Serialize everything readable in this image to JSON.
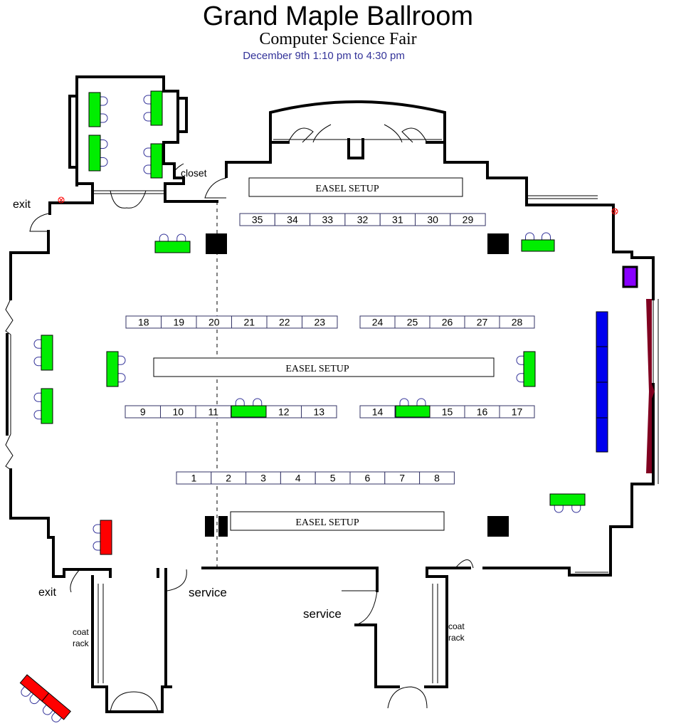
{
  "header": {
    "title": "Grand Maple Ballroom",
    "subtitle": "Computer Science Fair",
    "date": "December 9th 1:10 pm to 4:30 pm"
  },
  "labels": {
    "exit": "exit",
    "closet": "closet",
    "service": "service",
    "coat": "coat",
    "rack": "rack",
    "easel": "EASEL SETUP"
  },
  "colors": {
    "table_green": "#00ee00",
    "table_red": "#ff0000",
    "table_blue": "#0000ee",
    "podium_purple": "#8800ff",
    "stage_maroon": "#800020",
    "booth_stroke": "#333366",
    "date_text": "#333399"
  },
  "booth_rows": {
    "row_top": [
      "35",
      "34",
      "33",
      "32",
      "31",
      "30",
      "29"
    ],
    "row_upper_left": [
      "18",
      "19",
      "20",
      "21",
      "22",
      "23"
    ],
    "row_upper_right": [
      "24",
      "25",
      "26",
      "27",
      "28"
    ],
    "row_lower_left": [
      "9",
      "10",
      "11",
      "",
      "12",
      "13"
    ],
    "row_lower_right": [
      "14",
      "",
      "15",
      "16",
      "17"
    ],
    "row_bottom": [
      "1",
      "2",
      "3",
      "4",
      "5",
      "6",
      "7",
      "8"
    ]
  }
}
